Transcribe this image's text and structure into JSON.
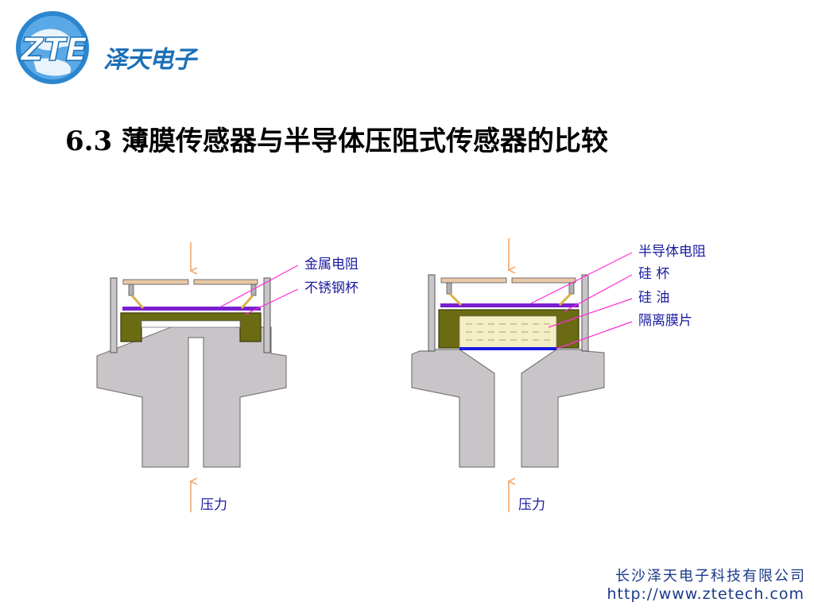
{
  "logo": {
    "mark": "ZTE",
    "name": "泽天电子",
    "color": "#1b6fb8"
  },
  "title": "6.3 薄膜传感器与半导体压阻式传感器的比较",
  "left_sensor": {
    "labels": {
      "metal_resistor": "金属电阻",
      "stainless_cup": "不锈钢杯",
      "pressure": "压力"
    }
  },
  "right_sensor": {
    "labels": {
      "semiconductor_resistor": "半导体电阻",
      "silicon_cup": "硅 杯",
      "silicone_oil": "硅 油",
      "isolation_diaphragm": "隔离膜片",
      "pressure": "压力"
    }
  },
  "footer": {
    "company": "长沙泽天电子科技有限公司",
    "url": "http://www.ztetech.com"
  },
  "colors": {
    "body": "#c8c4c8",
    "cup_olive": "#6b6b14",
    "resistor_purple": "#7a1fd0",
    "diaphragm_blue": "#1a1ae0",
    "oil_yellow": "#f4efc4",
    "leader_magenta": "#ff2bd6",
    "arrow_orange": "#f2a060",
    "wire_gold": "#d9b24a"
  }
}
